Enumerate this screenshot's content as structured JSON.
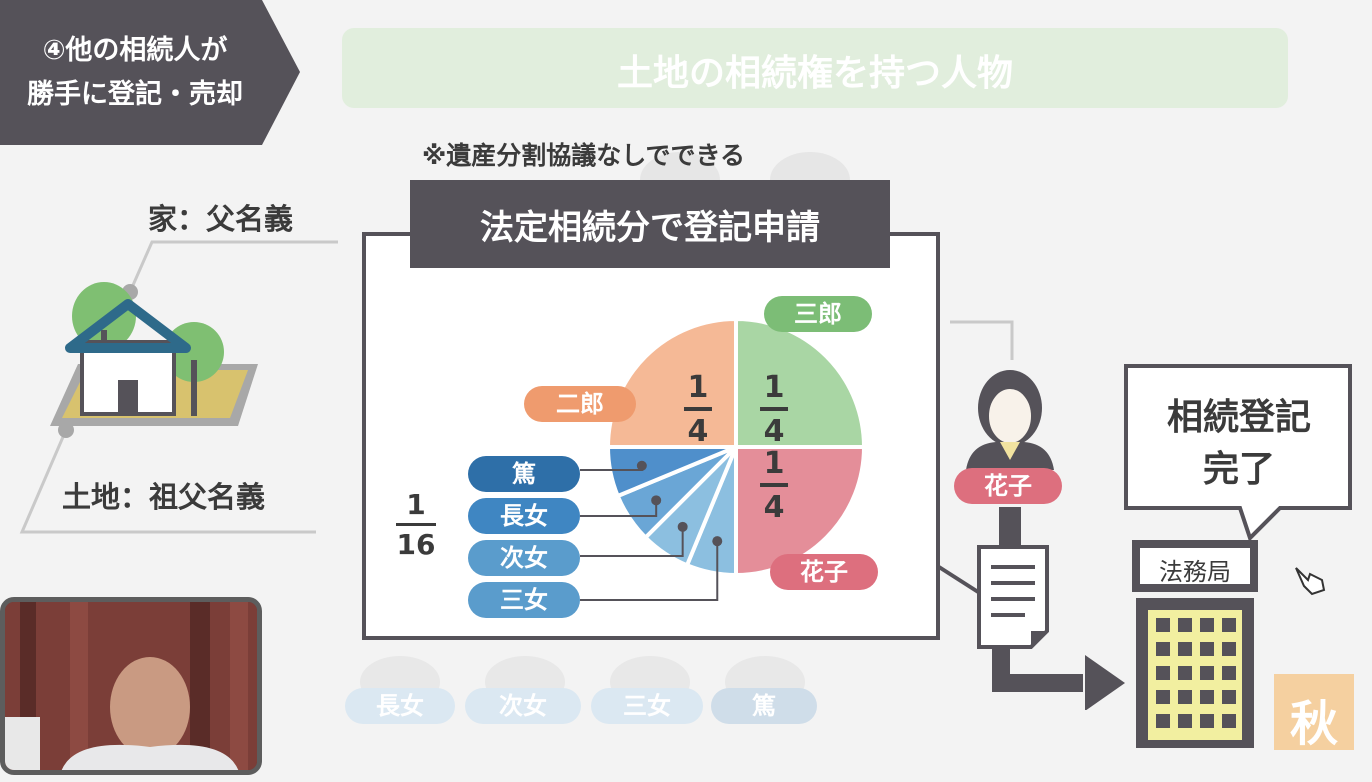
{
  "header": {
    "chapter_label_line1": "④他の相続人が",
    "chapter_label_line2": "勝手に登記・売却",
    "banner_title": "土地の相続権を持つ人物"
  },
  "note": "※遺産分割協議なしでできる",
  "house_label": "家：父名義",
  "land_label": "土地：祖父名義",
  "box_title": "法定相続分で登記申請",
  "small_fraction": {
    "numerator": "1",
    "denominator": "16"
  },
  "chart_data": {
    "type": "pie",
    "slices": [
      {
        "name": "三郎",
        "value": 0.25,
        "numerator": "1",
        "denominator": "4",
        "color": "#a9d6a4",
        "label_color": "#7cbd76"
      },
      {
        "name": "花子",
        "value": 0.25,
        "numerator": "1",
        "denominator": "4",
        "color": "#e48e99",
        "label_color": "#dd6f7e"
      },
      {
        "name": "三女",
        "value": 0.0625,
        "color": "#8cbfe0",
        "label_color": "#5a9ccc"
      },
      {
        "name": "次女",
        "value": 0.0625,
        "color": "#8cbfe0",
        "label_color": "#5a9ccc"
      },
      {
        "name": "長女",
        "value": 0.0625,
        "color": "#6aa6d6",
        "label_color": "#3f86c2"
      },
      {
        "name": "篤",
        "value": 0.0625,
        "color": "#4f8fcb",
        "label_color": "#2e6fa8"
      },
      {
        "name": "二郎",
        "value": 0.25,
        "numerator": "1",
        "denominator": "4",
        "color": "#f5b996",
        "label_color": "#ef9b6e"
      }
    ]
  },
  "hanako_person_label": "花子",
  "registry_office": "法務局",
  "speech_line1": "相続登記",
  "speech_line2": "完了",
  "faded_heirs": [
    "長女",
    "次女",
    "三女",
    "篤"
  ],
  "watermark_char": "秋",
  "colors": {
    "dark_gray": "#555259",
    "banner_green": "#e1eedd",
    "pie_border": "#ffffff",
    "building_yellow": "#f2efa0",
    "watermark_orange": "#f5cc97"
  }
}
